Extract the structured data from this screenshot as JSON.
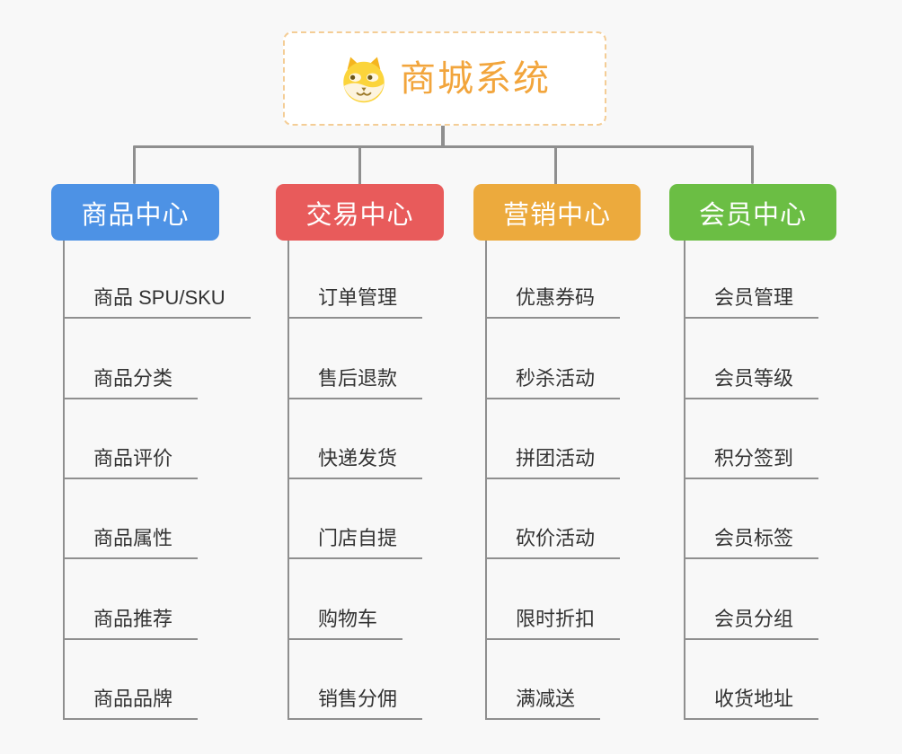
{
  "root": {
    "title": "商城系统",
    "icon": "dog-face-icon",
    "title_color": "#f2a53c",
    "border_color": "#f4cd96"
  },
  "connector_color": "#8f8f8f",
  "branches": [
    {
      "label": "商品中心",
      "color": "#4d92e5",
      "items": [
        "商品 SPU/SKU",
        "商品分类",
        "商品评价",
        "商品属性",
        "商品推荐",
        "商品品牌"
      ]
    },
    {
      "label": "交易中心",
      "color": "#e85b5b",
      "items": [
        "订单管理",
        "售后退款",
        "快递发货",
        "门店自提",
        "购物车",
        "销售分佣"
      ]
    },
    {
      "label": "营销中心",
      "color": "#ecaa3d",
      "items": [
        "优惠券码",
        "秒杀活动",
        "拼团活动",
        "砍价活动",
        "限时折扣",
        "满减送"
      ]
    },
    {
      "label": "会员中心",
      "color": "#6bbe44",
      "items": [
        "会员管理",
        "会员等级",
        "积分签到",
        "会员标签",
        "会员分组",
        "收货地址"
      ]
    }
  ]
}
